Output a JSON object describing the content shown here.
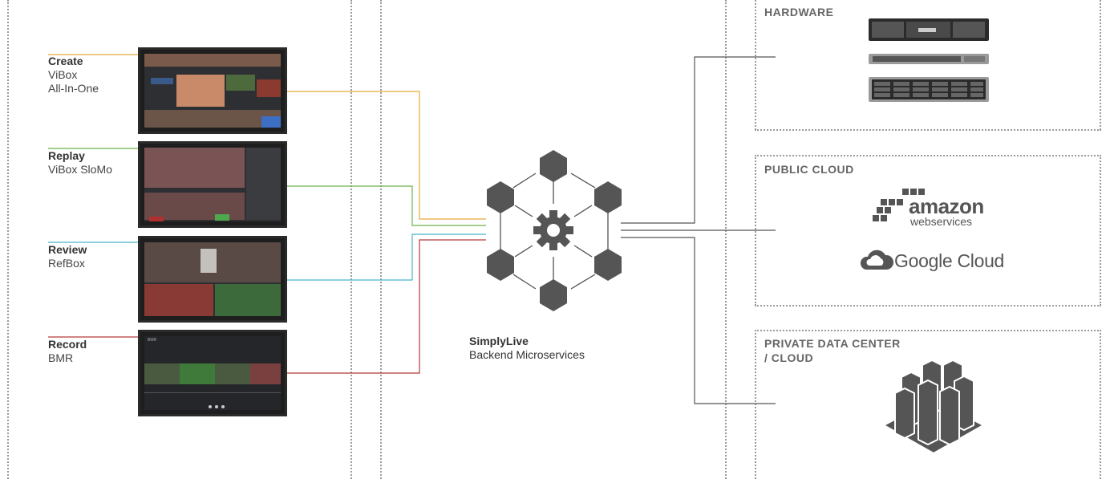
{
  "apps": [
    {
      "title": "Create",
      "lines": [
        "ViBox",
        "All-In-One"
      ],
      "color": "#e8a93a"
    },
    {
      "title": "Replay",
      "lines": [
        "ViBox SloMo"
      ],
      "color": "#6ab04c"
    },
    {
      "title": "Review",
      "lines": [
        "RefBox"
      ],
      "color": "#4bb3c9"
    },
    {
      "title": "Record",
      "lines": [
        "BMR"
      ],
      "color": "#b43a3a"
    }
  ],
  "hub": {
    "title": "SimplyLive",
    "subtitle": "Backend Microservices",
    "icon": "gear-icon"
  },
  "sections": {
    "hardware": "HARDWARE",
    "public_cloud": "PUBLIC CLOUD",
    "private_dc_line1": "PRIVATE DATA CENTER",
    "private_dc_line2": "/ CLOUD"
  },
  "logos": {
    "amazon_main": "amazon",
    "amazon_sub": "webservices",
    "google": "Google Cloud"
  },
  "screen_labels": {
    "bmr": "BMR"
  },
  "colors": {
    "hex": "#555555",
    "line": "#555555",
    "dots": "#9a9a9a"
  }
}
